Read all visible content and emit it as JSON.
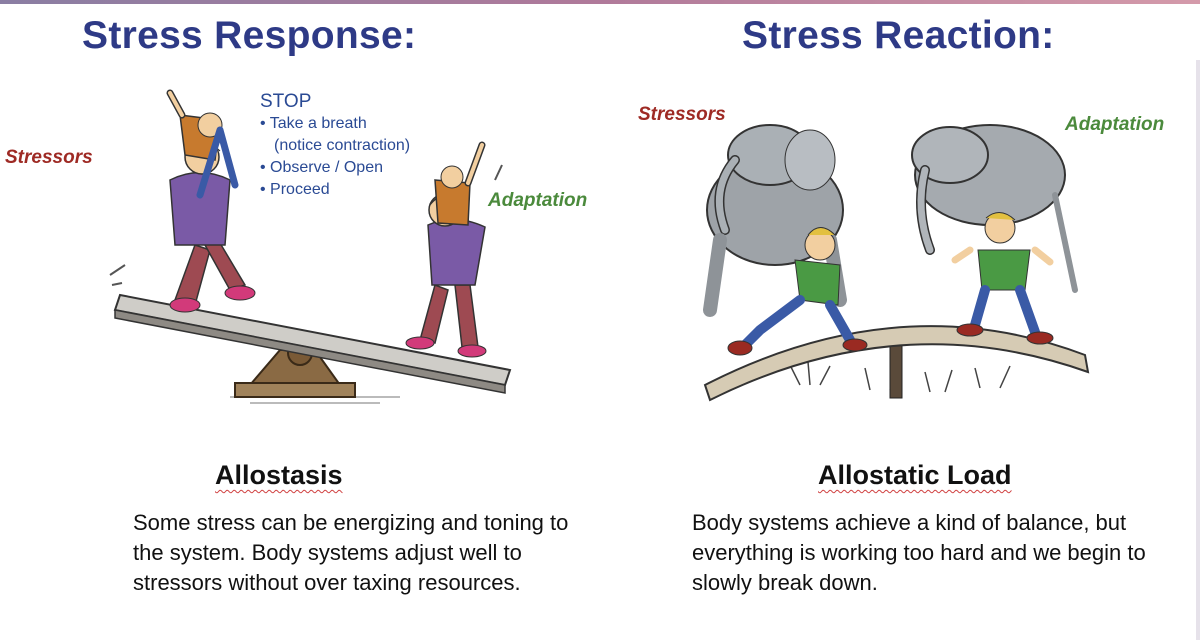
{
  "left": {
    "title": "Stress Response:",
    "stressors_label": "Stressors",
    "adaptation_label": "Adaptation",
    "stop": {
      "heading": "STOP",
      "items": [
        "• Take a breath",
        "(notice contraction)",
        "• Observe / Open",
        "• Proceed"
      ]
    },
    "subtitle": "Allostasis",
    "description": "Some stress can be energizing and toning to the system.  Body systems adjust well to stressors without over taxing resources."
  },
  "right": {
    "title": "Stress Reaction:",
    "stressors_label": "Stressors",
    "adaptation_label": "Adaptation",
    "subtitle": "Allostatic Load",
    "description": "Body systems achieve  a kind of balance, but everything is working too hard and we begin to slowly break down."
  },
  "colors": {
    "title": "#2e3a86",
    "stressors": "#9e2a24",
    "adaptation": "#4b8a3c",
    "stop_text": "#2a4a94"
  },
  "illustrations": {
    "left": "seesaw-with-people-carrying-riders",
    "right": "people-carrying-elephants-on-bent-plank"
  }
}
